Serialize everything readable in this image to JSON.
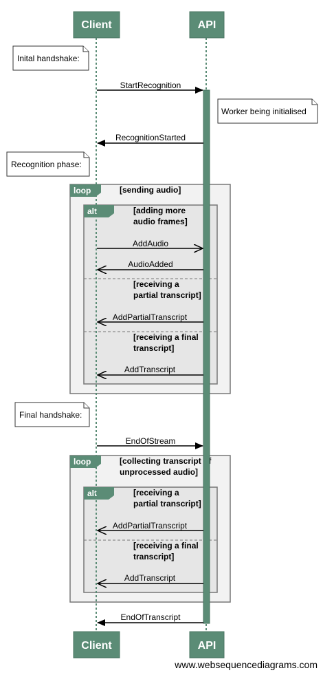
{
  "participants": {
    "client": "Client",
    "api": "API"
  },
  "notes": {
    "initial_handshake": "Inital handshake:",
    "worker_initialised": "Worker being initialised",
    "recognition_phase": "Recognition phase:",
    "final_handshake": "Final handshake:"
  },
  "messages": {
    "start_recognition": "StartRecognition",
    "recognition_started": "RecognitionStarted",
    "add_audio": "AddAudio",
    "audio_added": "AudioAdded",
    "add_partial_transcript_1": "AddPartialTranscript",
    "add_transcript_1": "AddTranscript",
    "end_of_stream": "EndOfStream",
    "add_partial_transcript_2": "AddPartialTranscript",
    "add_transcript_2": "AddTranscript",
    "end_of_transcript": "EndOfTranscript"
  },
  "frames": {
    "loop1": {
      "label": "loop",
      "condition": "[sending audio]"
    },
    "alt1": {
      "label": "alt",
      "cond_adding_1": "[adding more",
      "cond_adding_2": "audio frames]",
      "cond_partial_1": "[receiving a",
      "cond_partial_2": "partial transcript]",
      "cond_final_1": "[receiving a final",
      "cond_final_2": "transcript]"
    },
    "loop2": {
      "label": "loop",
      "condition_1": "[collecting transcript of",
      "condition_2": "unprocessed audio]"
    },
    "alt2": {
      "label": "alt",
      "cond_partial_1": "[receiving a",
      "cond_partial_2": "partial transcript]",
      "cond_final_1": "[receiving a final",
      "cond_final_2": "transcript]"
    }
  },
  "watermark": "www.websequencediagrams.com",
  "colors": {
    "participant": "#5b8c76",
    "frame_outer": "#f2f2f2",
    "frame_inner": "#e6e6e6"
  }
}
